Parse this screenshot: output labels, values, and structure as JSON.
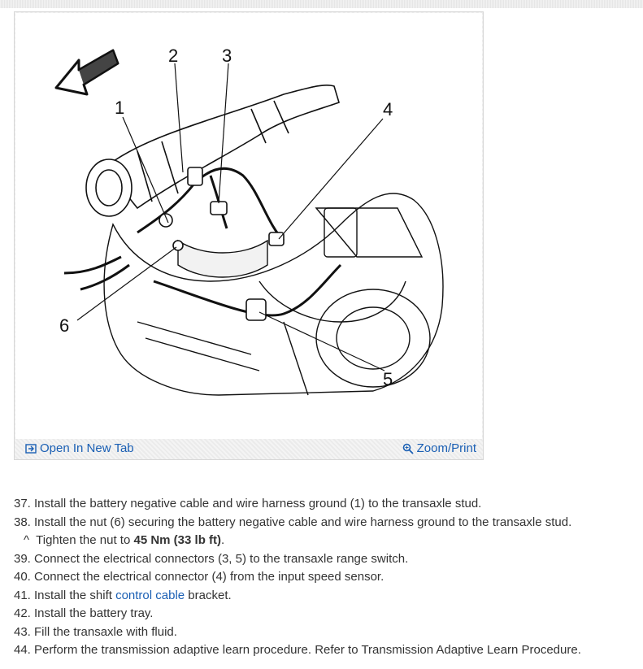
{
  "figure": {
    "callouts": [
      "1",
      "2",
      "3",
      "4",
      "5",
      "6"
    ],
    "open_tab_label": "Open In New Tab",
    "zoom_label": "Zoom/Print"
  },
  "steps": [
    {
      "text": "37. Install the battery negative cable and wire harness ground (1) to the transaxle stud."
    },
    {
      "text": "38. Install the nut (6) securing the battery negative cable and wire harness ground to the transaxle stud."
    },
    {
      "bullet": "^",
      "text": "Tighten the nut to ",
      "bold": "45 Nm (33 lb ft)",
      "after": "."
    },
    {
      "text": "39. Connect the electrical connectors (3, 5) to the transaxle range switch."
    },
    {
      "text": "40. Connect the electrical connector (4) from the input speed sensor."
    },
    {
      "text": "41. Install the shift ",
      "link": "control cable",
      "after": " bracket."
    },
    {
      "text": "42. Install the battery tray."
    },
    {
      "text": "43. Fill the transaxle with fluid."
    },
    {
      "text": "44. Perform the transmission adaptive learn procedure. Refer to Transmission Adaptive Learn Procedure."
    }
  ]
}
